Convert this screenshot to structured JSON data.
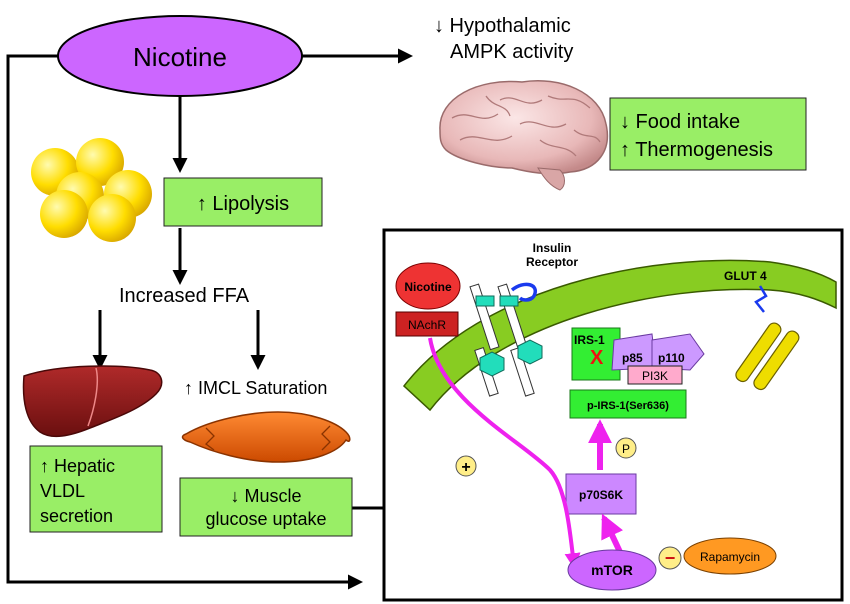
{
  "nodes": {
    "nicotine_main": "Nicotine",
    "hypothalamic_line1": "↓ Hypothalamic",
    "hypothalamic_line2": "AMPK activity",
    "food_intake": "↓  Food intake",
    "thermogenesis": "↑ Thermogenesis",
    "lipolysis": "↑ Lipolysis",
    "increased_ffa": "Increased FFA",
    "imcl": "↑ IMCL Saturation",
    "hepatic_line1": "↑ Hepatic",
    "hepatic_line2": "VLDL",
    "hepatic_line3": "secretion",
    "muscle_line1": "↓ Muscle",
    "muscle_line2": "glucose uptake"
  },
  "inset": {
    "nicotine": "Nicotine",
    "nachr": "NAchR",
    "insulin_receptor_line1": "Insulin",
    "insulin_receptor_line2": "Receptor",
    "glut4": "GLUT 4",
    "irs1": "IRS-1",
    "x_mark": "X",
    "p85": "p85",
    "p110": "p110",
    "pi3k": "PI3K",
    "p_irs1": "p-IRS-1(Ser636)",
    "p_symbol": "P",
    "p70s6k": "p70S6K",
    "plus": "+",
    "mtor": "mTOR",
    "minus": "−",
    "rapamycin": "Rapamycin"
  },
  "colors": {
    "nicotine_fill": "#cc66ff",
    "green_box": "#99ee66",
    "bright_green": "#33ee33",
    "membrane": "#88cc22",
    "magenta_arrow": "#ee22ee",
    "kinase_box": "#cc88ff",
    "pi3k_fill": "#ffaacc",
    "red_marker": "#cc2222",
    "rapamycin_fill": "#ff9922",
    "fat_yellow": "#ffdd00",
    "liver": "#8b1a1a",
    "muscle": "#ee6611",
    "glut4": "#eedd00",
    "receptor_teal": "#22ddbb"
  },
  "icons": [
    "brain-illustration",
    "fat-cells-illustration",
    "liver-illustration",
    "muscle-illustration"
  ]
}
